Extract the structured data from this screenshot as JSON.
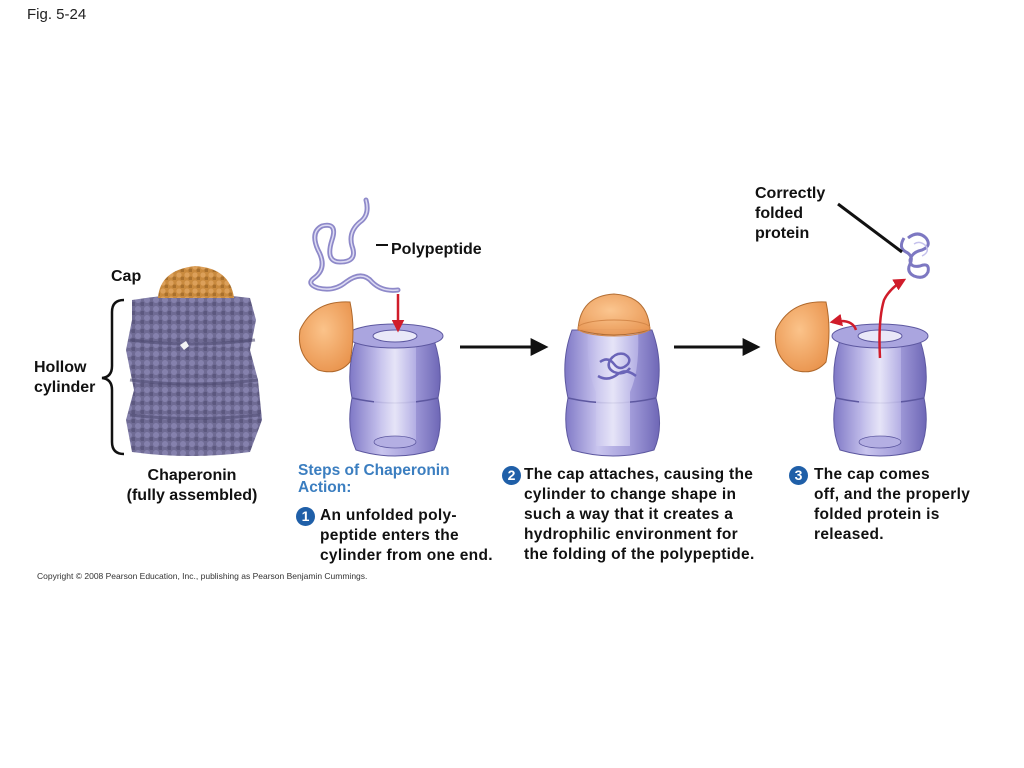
{
  "figure_label": "Fig. 5-24",
  "labels": {
    "cap": "Cap",
    "hollow_cylinder": [
      "Hollow",
      "cylinder"
    ],
    "chaperonin": [
      "Chaperonin",
      "(fully assembled)"
    ],
    "polypeptide": "Polypeptide",
    "correctly_folded": [
      "Correctly",
      "folded",
      "protein"
    ]
  },
  "steps_title": [
    "Steps of Chaperonin",
    "Action:"
  ],
  "steps": [
    {
      "number": "1",
      "lines": [
        "An unfolded poly-",
        "peptide enters the",
        "cylinder from one end."
      ]
    },
    {
      "number": "2",
      "lines": [
        "The cap attaches, causing the",
        "cylinder to change shape in",
        "such a way that it creates a",
        "hydrophilic environment for",
        "the folding of the polypeptide."
      ]
    },
    {
      "number": "3",
      "lines": [
        "The cap comes",
        "off, and the properly",
        "folded protein is",
        "released."
      ]
    }
  ],
  "copyright": "Copyright © 2008 Pearson Education, Inc., publishing as Pearson Benjamin Cummings.",
  "colors": {
    "cap_orange": "#f2a65e",
    "cylinder_purple": "#9a94d4",
    "chaperonin_gray": "#6f6b94",
    "cap_brown": "#c98a3e",
    "step_blue": "#1f5fa8",
    "arrow_red": "#d01c2a"
  }
}
